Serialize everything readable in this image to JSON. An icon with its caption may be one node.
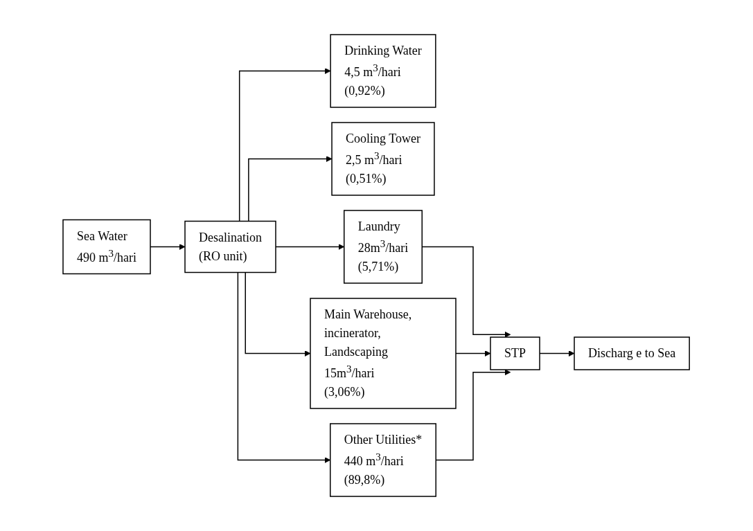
{
  "diagram": {
    "nodes": [
      {
        "text": [
          "Sea Water",
          "490 m$^{3}$/hari"
        ]
      },
      {
        "text": [
          "Desalination",
          "(RO unit)"
        ]
      },
      {
        "text": [
          "Drinking Water",
          "4,5 m$^{3}$/hari",
          "(0,92%)"
        ]
      },
      {
        "text": [
          "Cooling Tower",
          "2,5 m$^{3}$/hari",
          "(0,51%)"
        ]
      },
      {
        "text": [
          "Laundry",
          "28m$^{3}$/hari",
          "(5,71%)"
        ]
      },
      {
        "text": [
          "Main Warehouse, incinerator, Landscaping",
          "15m$^{3}$/hari",
          "(3,06%)"
        ]
      },
      {
        "text": [
          "Other Utilities*",
          "440 m$^{3}$/hari",
          "(89,8%)"
        ]
      },
      {
        "text": [
          "STP"
        ]
      },
      {
        "text": [
          "Discharg e to Sea"
        ]
      }
    ],
    "edges": [
      {
        "from": 0,
        "to": 1,
        "arrow": "to"
      },
      {
        "from": 1,
        "to": 2,
        "arrow": "to"
      },
      {
        "from": 1,
        "to": 3,
        "arrow": "to"
      },
      {
        "from": 1,
        "to": 4,
        "arrow": "to"
      },
      {
        "from": 1,
        "to": 5,
        "arrow": "to"
      },
      {
        "from": 1,
        "to": 6,
        "arrow": "to"
      },
      {
        "from": 4,
        "to": 7,
        "arrow": "to"
      },
      {
        "from": 5,
        "to": 7,
        "arrow": "to"
      },
      {
        "from": 6,
        "to": 7,
        "arrow": "to"
      },
      {
        "from": 7,
        "to": 8,
        "arrow": "to"
      }
    ]
  }
}
